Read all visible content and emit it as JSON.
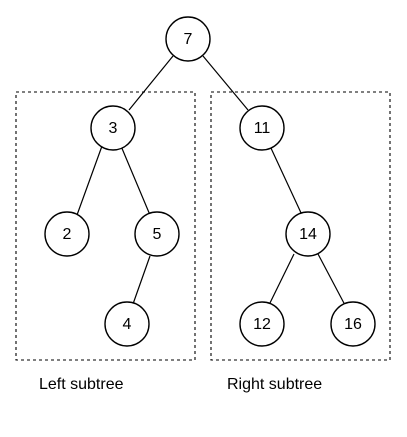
{
  "tree": {
    "root": "7",
    "left": {
      "value": "3",
      "left": {
        "value": "2"
      },
      "right": {
        "value": "5",
        "left": {
          "value": "4"
        }
      }
    },
    "right": {
      "value": "11",
      "right": {
        "value": "14",
        "left": {
          "value": "12"
        },
        "right": {
          "value": "16"
        }
      }
    }
  },
  "nodes": {
    "n7": "7",
    "n3": "3",
    "n11": "11",
    "n2": "2",
    "n5": "5",
    "n14": "14",
    "n4": "4",
    "n12": "12",
    "n16": "16"
  },
  "captions": {
    "left": "Left subtree",
    "right": "Right subtree"
  },
  "colors": {
    "stroke": "#000000",
    "fill": "#ffffff"
  }
}
